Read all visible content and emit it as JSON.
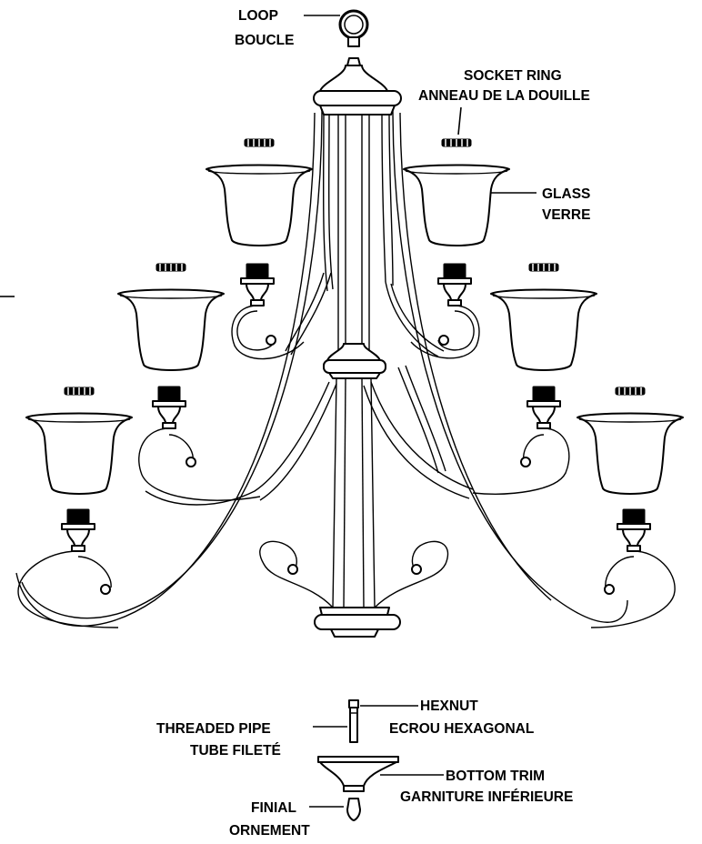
{
  "labels": {
    "loop": "LOOP",
    "loop_fr": "BOUCLE",
    "socket_ring": "SOCKET RING",
    "socket_ring_fr": "ANNEAU DE LA DOUILLE",
    "glass": "GLASS",
    "glass_fr": "VERRE",
    "hexnut": "HEXNUT",
    "hexnut_fr": "ECROU HEXAGONAL",
    "threaded_pipe": "THREADED PIPE",
    "threaded_pipe_fr": "TUBE FILETÉ",
    "bottom_trim": "BOTTOM TRIM",
    "bottom_trim_fr": "GARNITURE INFÉRIEURE",
    "finial": "FINIAL",
    "finial_fr": "ORNEMENT"
  },
  "colors": {
    "line": "#000000",
    "background": "#ffffff"
  },
  "icons": [
    "loop-icon",
    "socket-ring-icon",
    "glass-shade-icon",
    "socket-cup-icon",
    "scroll-arm-icon",
    "hexnut-icon",
    "threaded-pipe-icon",
    "bottom-trim-icon",
    "finial-icon"
  ]
}
